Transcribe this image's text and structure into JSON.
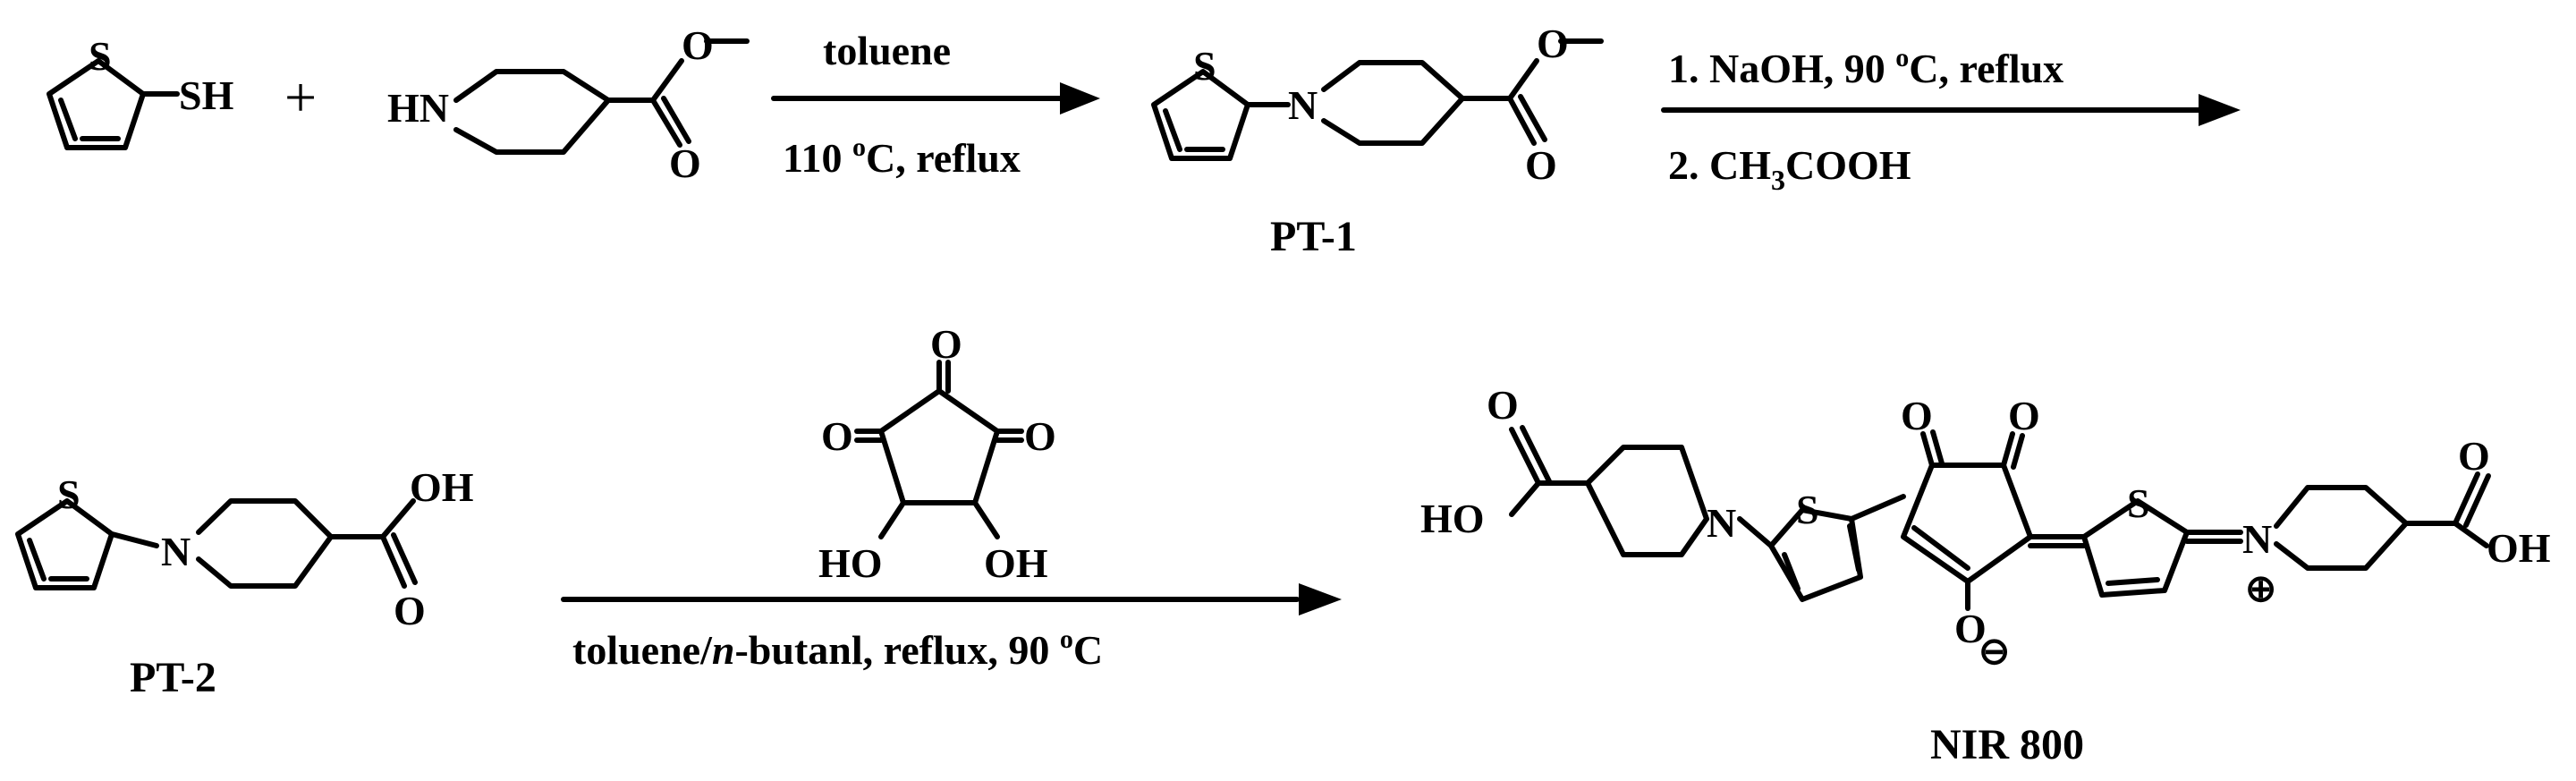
{
  "compounds": {
    "pt1": "PT-1",
    "pt2": "PT-2",
    "nir": "NIR 800"
  },
  "atoms": {
    "S": "S",
    "SH": "SH",
    "HN": "HN",
    "N": "N",
    "O": "O",
    "OH": "OH",
    "HO": "HO",
    "plus_sign": "+",
    "plus_charge": "⊕",
    "minus_charge": "⊖"
  },
  "step1": {
    "above": "toluene",
    "below_a": "110 ",
    "below_sup": "o",
    "below_b": "C, reflux"
  },
  "step2": {
    "line1_a": "1. NaOH, 90 ",
    "line1_sup": "o",
    "line1_b": "C, reflux",
    "line2_a": "2. CH",
    "line2_sub": "3",
    "line2_b": "COOH"
  },
  "step3": {
    "below_a": "toluene/",
    "below_italic": "n",
    "below_b": "-butanl, reflux, 90 ",
    "below_sup": "o",
    "below_c": "C"
  }
}
